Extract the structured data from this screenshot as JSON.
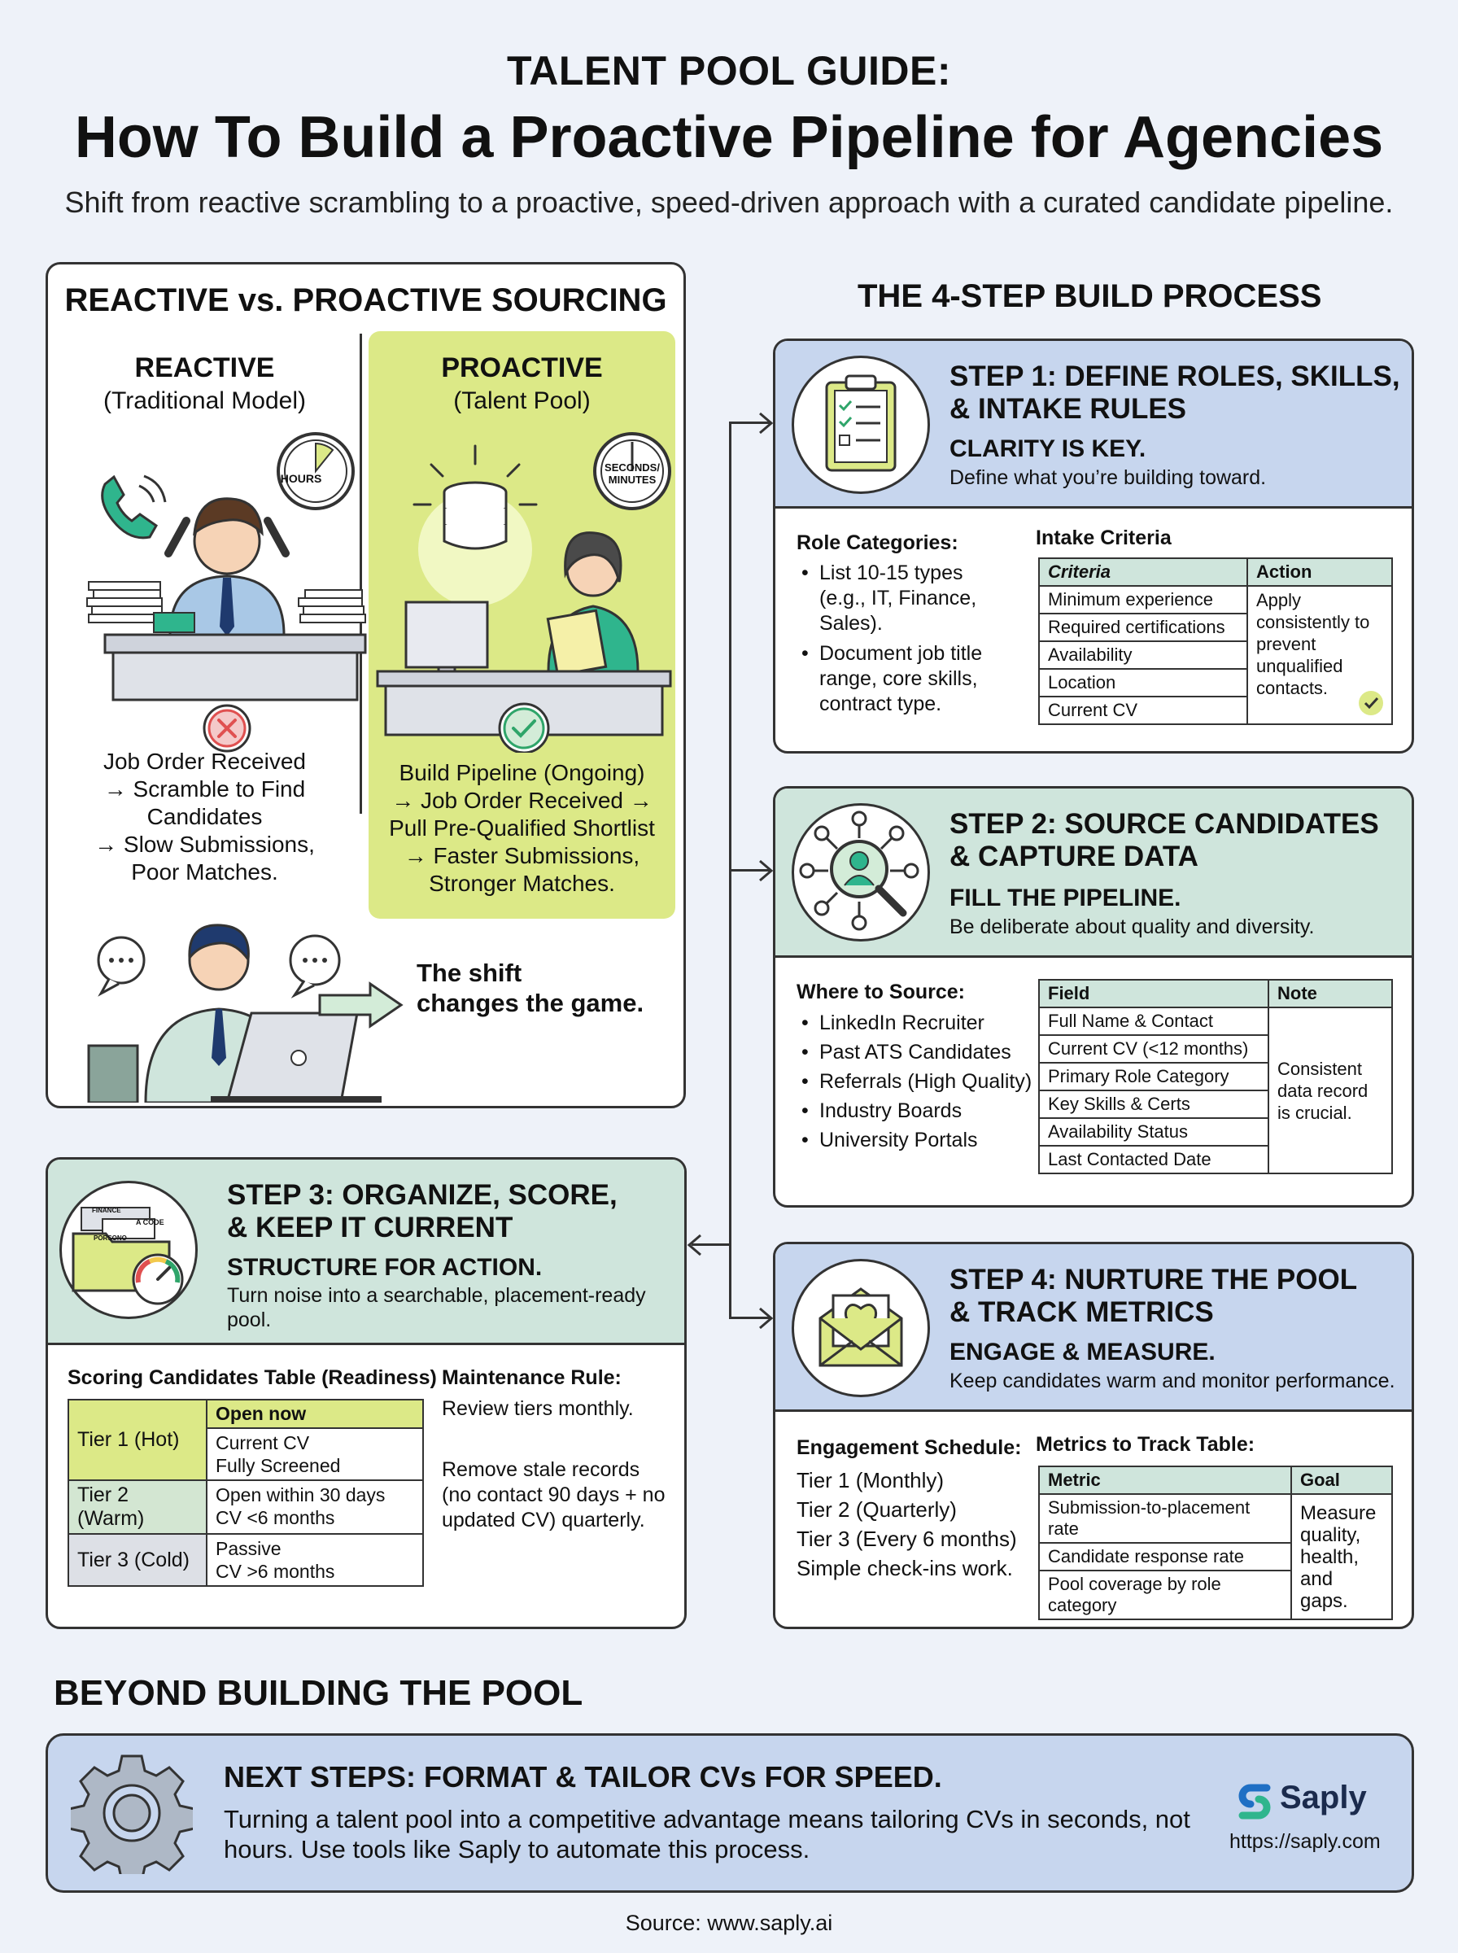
{
  "header": {
    "kicker": "TALENT POOL GUIDE:",
    "title": "How To Build a Proactive Pipeline for Agencies",
    "subtitle": "Shift from reactive scrambling to a proactive, speed-driven approach with a curated candidate pipeline."
  },
  "compare": {
    "title": "REACTIVE vs. PROACTIVE SOURCING",
    "reactive": {
      "label": "REACTIVE",
      "sublabel": "(Traditional Model)",
      "clock_label": "HOURS",
      "flow": [
        "Job Order Received",
        "→ Scramble to Find",
        "Candidates",
        "→ Slow Submissions,",
        "Poor Matches."
      ]
    },
    "proactive": {
      "label": "PROACTIVE",
      "sublabel": "(Talent Pool)",
      "clock_label": "SECONDS/ MINUTES",
      "flow": [
        "Build Pipeline (Ongoing)",
        "→ Job Order Received →",
        "Pull Pre-Qualified Shortlist",
        "→ Faster Submissions,",
        "Stronger Matches."
      ]
    },
    "shift_lines": [
      "The shift",
      "changes the game."
    ]
  },
  "process_title": "THE 4-STEP BUILD PROCESS",
  "step1": {
    "title_lines": [
      "STEP 1: DEFINE ROLES, SKILLS,",
      "& INTAKE RULES"
    ],
    "sub": "CLARITY IS KEY.",
    "desc": "Define what you’re building toward.",
    "role_heading": "Role Categories:",
    "roles": [
      "List 10-15 types (e.g., IT, Finance, Sales).",
      "Document job title range, core skills, contract type."
    ],
    "table_heading": "Intake Criteria",
    "col_criteria": "Criteria",
    "col_action": "Action",
    "criteria": [
      "Minimum experience",
      "Required certifications",
      "Availability",
      "Location",
      "Current CV"
    ],
    "action": "Apply consistently to prevent unqualified contacts."
  },
  "step2": {
    "title_lines": [
      "STEP 2: SOURCE CANDIDATES",
      "& CAPTURE DATA"
    ],
    "sub": "FILL THE PIPELINE.",
    "desc": "Be deliberate about quality and diversity.",
    "where_heading": "Where to Source:",
    "sources": [
      "LinkedIn Recruiter",
      "Past ATS Candidates",
      "Referrals (High Quality)",
      "Industry Boards",
      "University Portals"
    ],
    "col_field": "Field",
    "col_note": "Note",
    "fields": [
      "Full Name & Contact",
      "Current CV (<12 months)",
      "Primary Role Category",
      "Key Skills & Certs",
      "Availability Status",
      "Last Contacted Date"
    ],
    "note": "Consistent data record is crucial."
  },
  "step3": {
    "title_lines": [
      "STEP 3: ORGANIZE, SCORE,",
      "& KEEP IT CURRENT"
    ],
    "sub": "STRUCTURE FOR ACTION.",
    "desc_lines": [
      "Turn noise into a searchable, placement-ready",
      "pool."
    ],
    "folder_tabs": [
      "FINANCE",
      "A CODE",
      "PORSONO"
    ],
    "table_heading": "Scoring Candidates Table (Readiness)",
    "col_open": "Open now",
    "tiers": [
      {
        "name": "Tier 1 (Hot)",
        "lines": [
          "Current CV",
          "Fully Screened"
        ],
        "color": "#dce987"
      },
      {
        "name": "Tier 2 (Warm)",
        "lines": [
          "Open within 30 days",
          "CV <6 months"
        ],
        "color": "#d3e6d2"
      },
      {
        "name": "Tier 3 (Cold)",
        "lines": [
          "Passive",
          "CV >6 months"
        ],
        "color": "#dde0e6"
      }
    ],
    "maint_heading": "Maintenance Rule:",
    "maint_1": "Review tiers monthly.",
    "maint_2_lines": [
      "Remove stale records",
      "(no contact 90 days + no",
      "updated CV) quarterly."
    ]
  },
  "step4": {
    "title_lines": [
      "STEP 4: NURTURE THE POOL",
      "& TRACK METRICS"
    ],
    "sub": "ENGAGE & MEASURE.",
    "desc": "Keep candidates warm and monitor performance.",
    "sched_heading": "Engagement Schedule:",
    "schedule": [
      "Tier 1 (Monthly)",
      "Tier 2 (Quarterly)",
      "Tier 3 (Every 6 months)",
      "Simple check-ins work."
    ],
    "table_heading": "Metrics to Track Table:",
    "col_metric": "Metric",
    "col_goal": "Goal",
    "metrics": [
      "Submission-to-placement rate",
      "Candidate response rate",
      "Pool coverage by role category"
    ],
    "goal": "Measure quality, health, and gaps."
  },
  "beyond": {
    "title": "BEYOND BUILDING THE POOL",
    "next_title": "NEXT STEPS: FORMAT & TAILOR CVs FOR SPEED.",
    "next_lines": [
      "Turning a talent pool into a competitive advantage means tailoring CVs in seconds, not",
      "hours. Use tools like Saply to automate this process."
    ],
    "brand": "Saply",
    "brand_url": "https://saply.com"
  },
  "source": "Source: www.saply.ai",
  "colors": {
    "background": "#eef2f9",
    "lime": "#dce987",
    "blue_head": "#c7d6ee",
    "green_head": "#cfe5dc",
    "brand_blue": "#1f6fc4",
    "brand_green": "#2fb58d"
  }
}
